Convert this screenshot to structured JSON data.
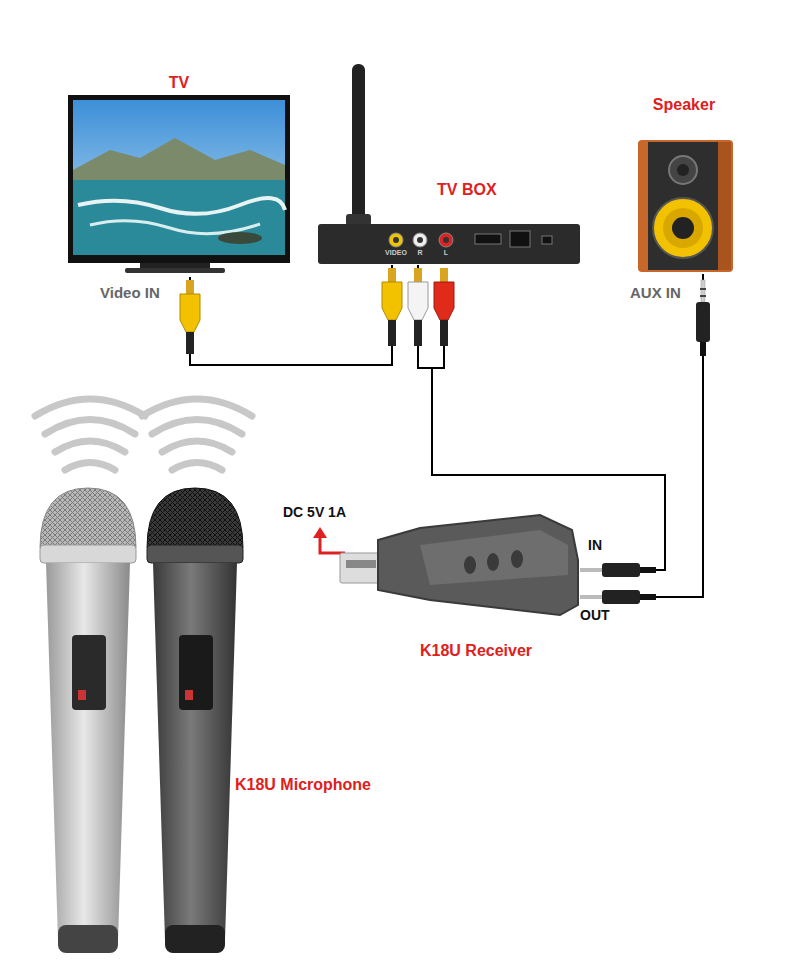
{
  "diagram": {
    "nodes": [
      {
        "text": [
          "TV"
        ]
      },
      {
        "text": [
          "TV BOX"
        ]
      },
      {
        "text": [
          "Speaker"
        ]
      },
      {
        "text": [
          "K18U Receiver"
        ]
      },
      {
        "text": [
          "K18U Microphone"
        ]
      }
    ],
    "edges": [
      {
        "from": 1,
        "to": 0,
        "arrow": "none"
      },
      {
        "from": 1,
        "to": 3,
        "arrow": "none"
      },
      {
        "from": 3,
        "to": 2,
        "arrow": "none"
      }
    ],
    "labels": [
      "VIDEO",
      "R",
      "L",
      "Video IN",
      "AUX IN",
      "DC 5V 1A",
      "IN",
      "OUT"
    ]
  }
}
